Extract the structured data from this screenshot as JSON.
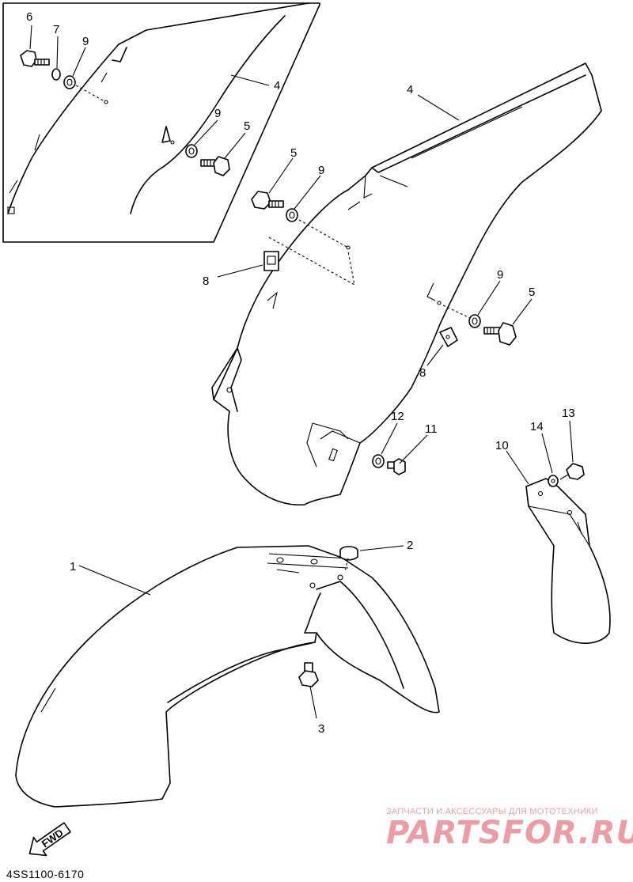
{
  "diagram": {
    "code": "4SS1100-6170",
    "fwd_label": "FWD"
  },
  "watermark": {
    "tagline": "ЗАПЧАСТИ И АКСЕССУАРЫ ДЛЯ МОТОТЕХНИКИ",
    "logo": "PARTSFOR.RU",
    "color": "#e98b96"
  },
  "callouts": {
    "c1": "1",
    "c2": "2",
    "c3": "3",
    "c4_inset": "4",
    "c4_main": "4",
    "c5_inset": "5",
    "c5_main_upper": "5",
    "c5_main_right": "5",
    "c6": "6",
    "c7": "7",
    "c8_left": "8",
    "c8_right": "8",
    "c9_inset_top": "9",
    "c9_inset_mid": "9",
    "c9_main_upper": "9",
    "c9_main_right": "9",
    "c10": "10",
    "c11": "11",
    "c12": "12",
    "c13": "13",
    "c14": "14"
  }
}
